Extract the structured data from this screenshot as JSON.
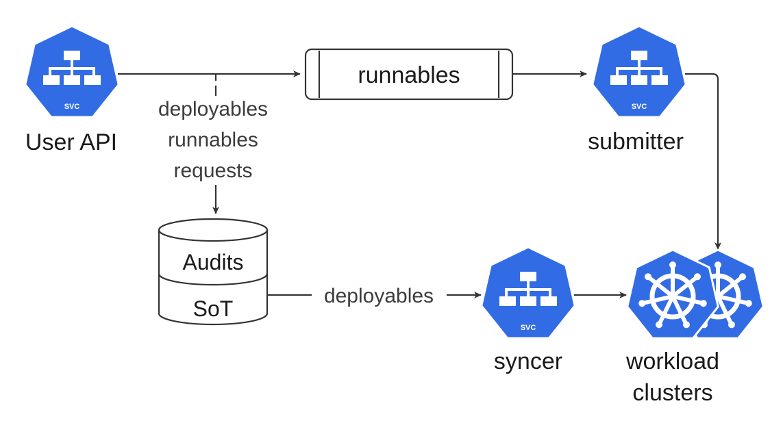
{
  "colors": {
    "kubernetes_blue": "#326ce5",
    "line": "#333333",
    "text": "#1a1a1a"
  },
  "nodes": {
    "user_api": {
      "label": "User API",
      "icon": "svc-icon",
      "badge": "SVC"
    },
    "submitter": {
      "label": "submitter",
      "icon": "svc-icon",
      "badge": "SVC"
    },
    "syncer": {
      "label": "syncer",
      "icon": "svc-icon",
      "badge": "SVC"
    },
    "queue": {
      "label": "runnables"
    },
    "database": {
      "top_label": "Audits",
      "bottom_label": "SoT"
    },
    "clusters": {
      "label_line1": "workload",
      "label_line2": "clusters",
      "icon": "kubernetes-wheel-icon"
    }
  },
  "edges": {
    "api_to_db": {
      "lines": [
        "deployables",
        "runnables",
        "requests"
      ]
    },
    "db_to_syncer": {
      "label": "deployables"
    }
  }
}
